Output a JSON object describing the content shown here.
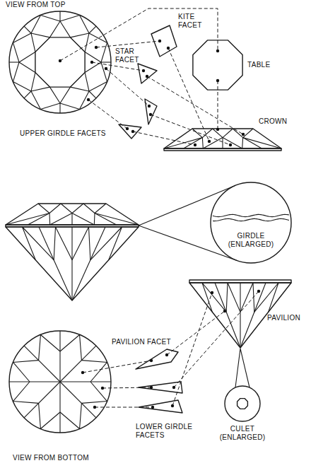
{
  "diagram": {
    "nodes": [
      {
        "text": [
          "GIRDLE (ENLARGED)"
        ]
      },
      {
        "text": [
          "CULET (ENLARGED)"
        ]
      }
    ],
    "labels": [
      "VIEW FROM TOP",
      "KITE FACET",
      "TABLE",
      "STAR FACET",
      "CROWN",
      "UPPER GIRDLE FACETS",
      "PAVILION FACET",
      "PAVILION",
      "LOWER GIRDLE FACETS",
      "VIEW FROM BOTTOM"
    ]
  }
}
